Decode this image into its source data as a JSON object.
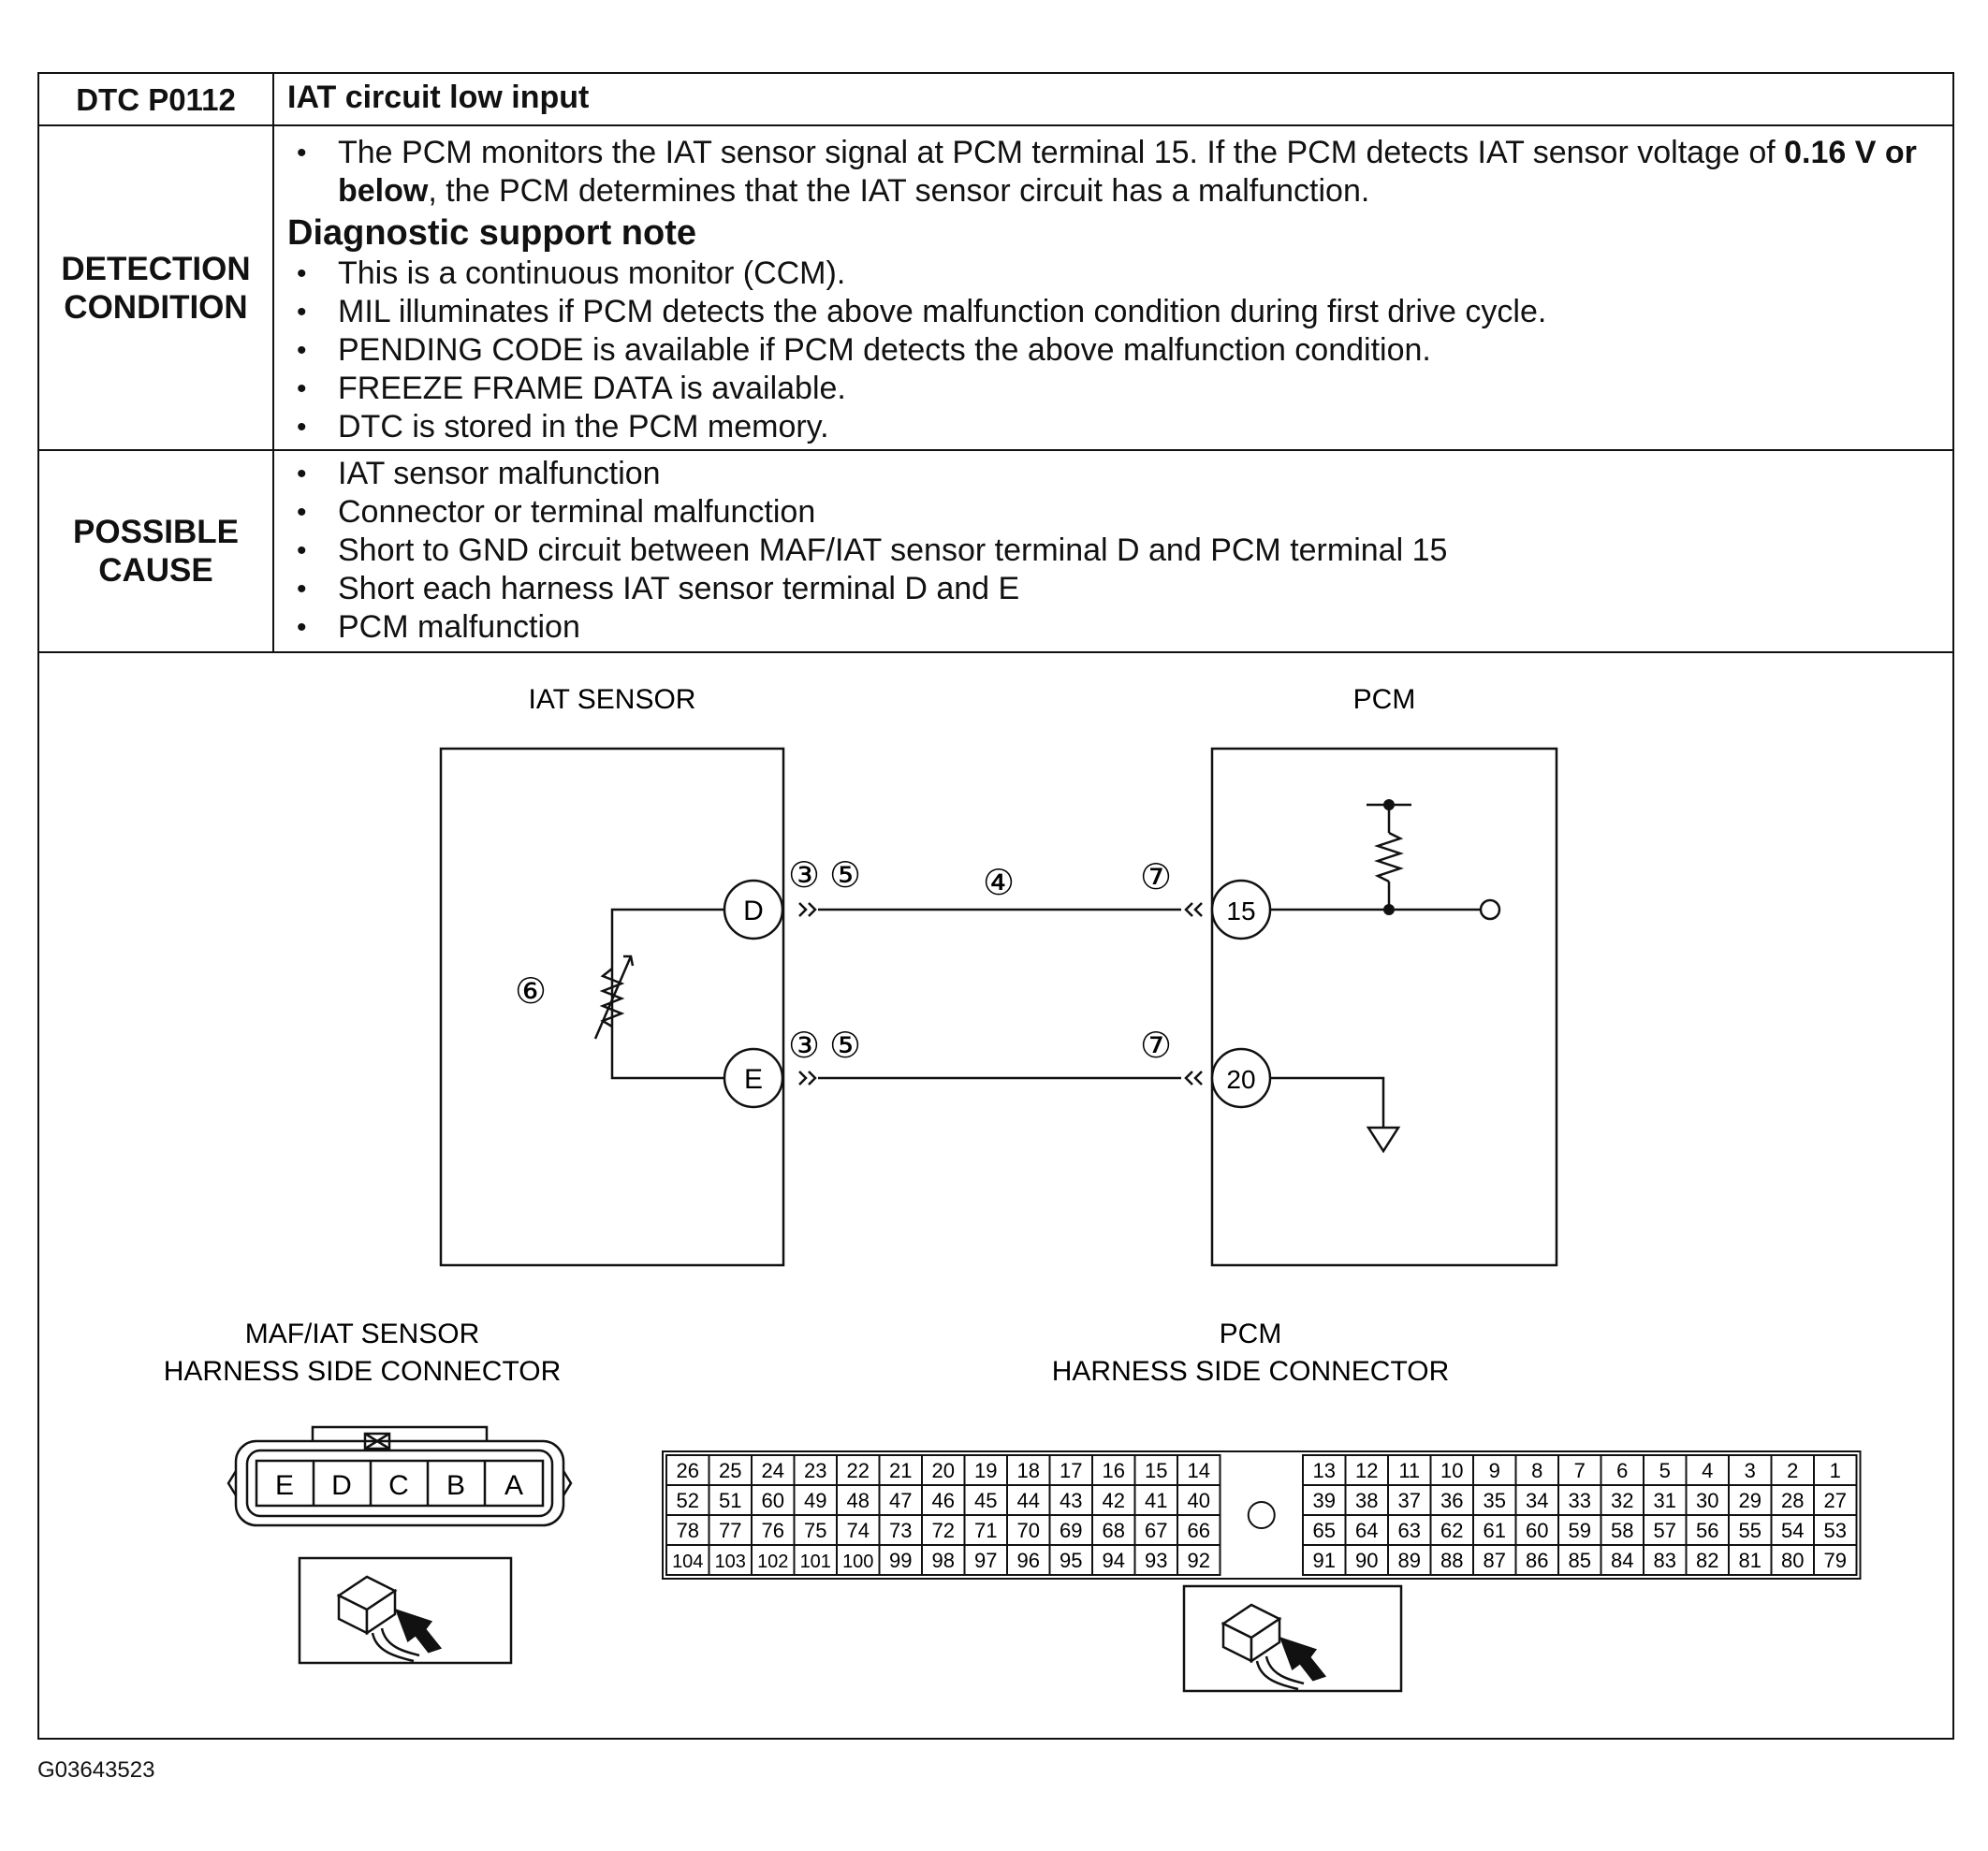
{
  "header": {
    "code": "DTC P0112",
    "title": "IAT circuit low input"
  },
  "detection": {
    "label_line1": "DETECTION",
    "label_line2": "CONDITION",
    "intro_a": "The PCM monitors the IAT sensor signal at PCM terminal 15. If the PCM detects IAT sensor voltage of ",
    "intro_bold": "0.16 V or below",
    "intro_b": ", the PCM determines that the IAT sensor circuit has a malfunction.",
    "note_title": "Diagnostic support note",
    "notes": [
      "This is a continuous monitor (CCM).",
      "MIL illuminates if PCM detects the above malfunction condition during first drive cycle.",
      "PENDING CODE is available if PCM detects the above malfunction condition.",
      "FREEZE FRAME DATA is available.",
      "DTC is stored in the PCM memory."
    ]
  },
  "possible_cause": {
    "label_line1": "POSSIBLE",
    "label_line2": "CAUSE",
    "items": [
      "IAT sensor malfunction",
      "Connector or terminal malfunction",
      "Short to GND circuit between MAF/IAT sensor terminal D and PCM terminal 15",
      "Short each harness IAT sensor terminal D and E",
      "PCM malfunction"
    ]
  },
  "diagram": {
    "iat_label": "IAT SENSOR",
    "pcm_label": "PCM",
    "terminal_d": "D",
    "terminal_e": "E",
    "terminal_15": "15",
    "terminal_20": "20",
    "mark_3": "③",
    "mark_4": "④",
    "mark_5": "⑤",
    "mark_6": "⑥",
    "mark_7": "⑦",
    "maf_conn_line1": "MAF/IAT SENSOR",
    "maf_conn_line2": "HARNESS SIDE CONNECTOR",
    "maf_pins": [
      "E",
      "D",
      "C",
      "B",
      "A"
    ],
    "pcm_conn_line1": "PCM",
    "pcm_conn_line2": "HARNESS SIDE CONNECTOR",
    "pcm_rows": [
      {
        "left": [
          "26",
          "25",
          "24",
          "23",
          "22",
          "21",
          "20",
          "19",
          "18",
          "17",
          "16",
          "15",
          "14"
        ],
        "right": [
          "13",
          "12",
          "11",
          "10",
          "9",
          "8",
          "7",
          "6",
          "5",
          "4",
          "3",
          "2",
          "1"
        ]
      },
      {
        "left": [
          "52",
          "51",
          "60",
          "49",
          "48",
          "47",
          "46",
          "45",
          "44",
          "43",
          "42",
          "41",
          "40"
        ],
        "right": [
          "39",
          "38",
          "37",
          "36",
          "35",
          "34",
          "33",
          "32",
          "31",
          "30",
          "29",
          "28",
          "27"
        ]
      },
      {
        "left": [
          "78",
          "77",
          "76",
          "75",
          "74",
          "73",
          "72",
          "71",
          "70",
          "69",
          "68",
          "67",
          "66"
        ],
        "right": [
          "65",
          "64",
          "63",
          "62",
          "61",
          "60",
          "59",
          "58",
          "57",
          "56",
          "55",
          "54",
          "53"
        ]
      },
      {
        "left": [
          "104",
          "103",
          "102",
          "101",
          "100",
          "99",
          "98",
          "97",
          "96",
          "95",
          "94",
          "93",
          "92"
        ],
        "right": [
          "91",
          "90",
          "89",
          "88",
          "87",
          "86",
          "85",
          "84",
          "83",
          "82",
          "81",
          "80",
          "79"
        ]
      }
    ]
  },
  "figure_id": "G03643523"
}
